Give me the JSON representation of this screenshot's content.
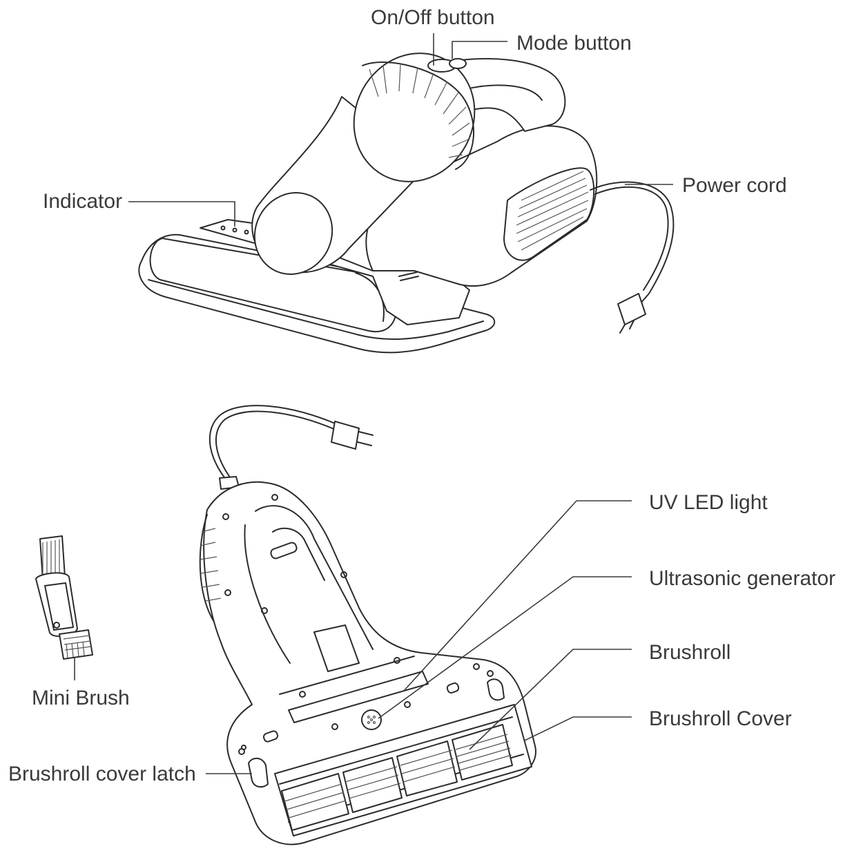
{
  "labels": {
    "on_off_button": "On/Off button",
    "mode_button": "Mode button",
    "indicator": "Indicator",
    "power_cord": "Power cord",
    "uv_led_light": "UV LED light",
    "ultrasonic_generator": "Ultrasonic generator",
    "brushroll": "Brushroll",
    "brushroll_cover": "Brushroll Cover",
    "mini_brush": "Mini Brush",
    "brushroll_cover_latch": "Brushroll cover latch"
  },
  "colors": {
    "line": "#2b2b2b",
    "text": "#3a3a3a",
    "background": "#ffffff"
  }
}
